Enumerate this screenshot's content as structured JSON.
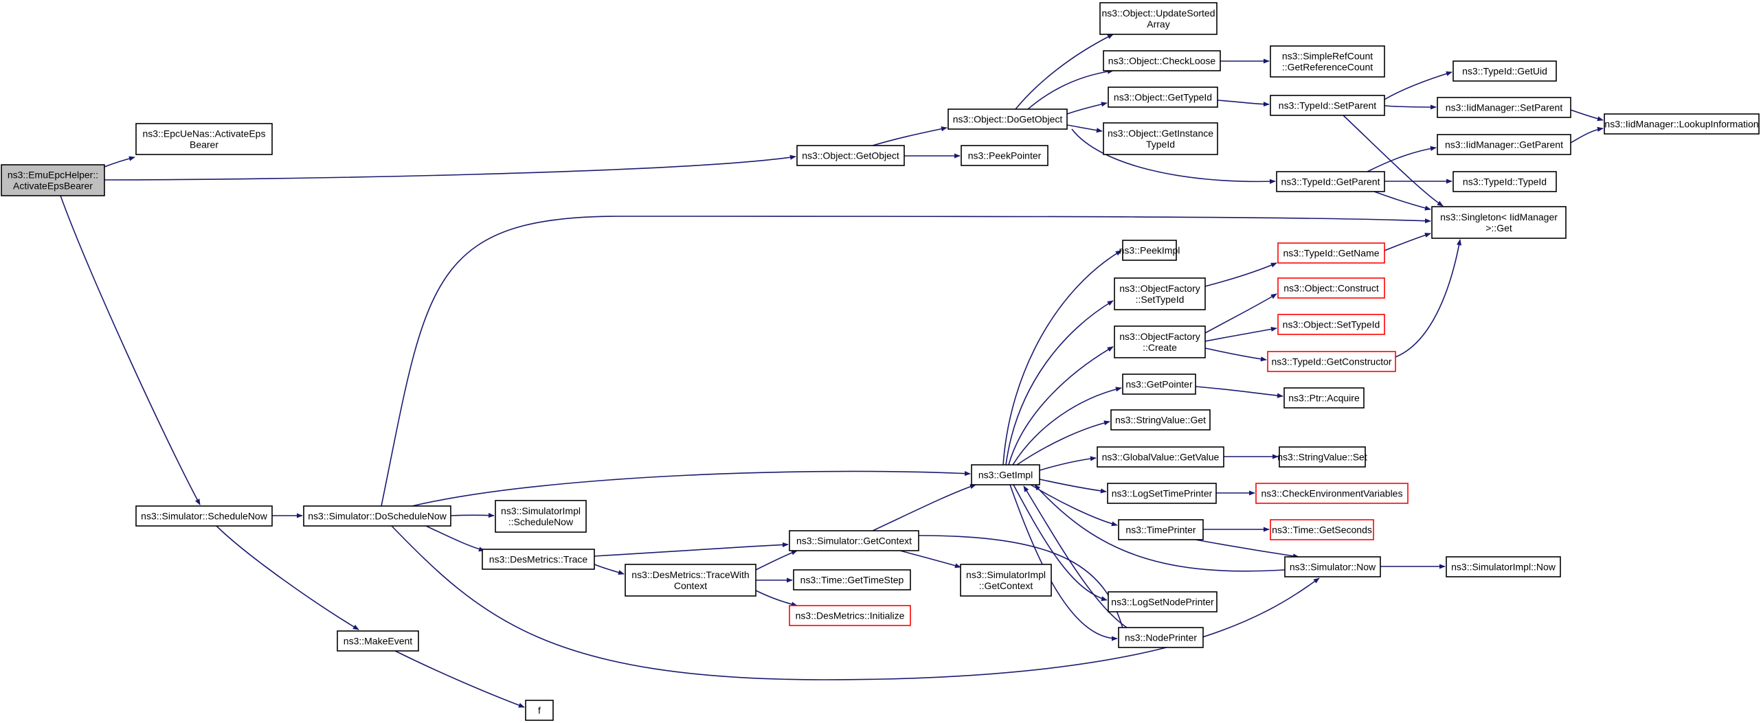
{
  "diagram": {
    "type": "call-graph",
    "edge_color": "#191970",
    "node_border_color": "#000000",
    "truncated_node_border_color": "#ff0000",
    "root_fill_color": "#bfbfbf",
    "nodes": [
      {
        "id": "root",
        "lines": [
          "ns3::EmuEpcHelper::",
          "ActivateEpsBearer"
        ],
        "root": true
      },
      {
        "id": "activateeps",
        "lines": [
          "ns3::EpcUeNas::ActivateEps",
          "Bearer"
        ]
      },
      {
        "id": "getobject",
        "lines": [
          "ns3::Object::GetObject"
        ]
      },
      {
        "id": "peekpointer",
        "lines": [
          "ns3::PeekPointer"
        ]
      },
      {
        "id": "dogetobject",
        "lines": [
          "ns3::Object::DoGetObject"
        ]
      },
      {
        "id": "updatesorted",
        "lines": [
          "ns3::Object::UpdateSorted",
          "Array"
        ]
      },
      {
        "id": "checkloose",
        "lines": [
          "ns3::Object::CheckLoose"
        ]
      },
      {
        "id": "obj_gettypeid",
        "lines": [
          "ns3::Object::GetTypeId"
        ]
      },
      {
        "id": "getinstancetypeid",
        "lines": [
          "ns3::Object::GetInstance",
          "TypeId"
        ]
      },
      {
        "id": "simplerefcount",
        "lines": [
          "ns3::SimpleRefCount",
          "::GetReferenceCount"
        ]
      },
      {
        "id": "tid_setparent",
        "lines": [
          "ns3::TypeId::SetParent"
        ]
      },
      {
        "id": "tid_getparent",
        "lines": [
          "ns3::TypeId::GetParent"
        ]
      },
      {
        "id": "tid_getuid",
        "lines": [
          "ns3::TypeId::GetUid"
        ]
      },
      {
        "id": "iid_setparent",
        "lines": [
          "ns3::IidManager::SetParent"
        ]
      },
      {
        "id": "iid_getparent",
        "lines": [
          "ns3::IidManager::GetParent"
        ]
      },
      {
        "id": "iid_lookup",
        "lines": [
          "ns3::IidManager::LookupInformation"
        ]
      },
      {
        "id": "tid_typeid",
        "lines": [
          "ns3::TypeId::TypeId"
        ]
      },
      {
        "id": "singleton",
        "lines": [
          "ns3::Singleton< IidManager",
          ">::Get"
        ]
      },
      {
        "id": "peekimpl",
        "lines": [
          "ns3::PeekImpl"
        ]
      },
      {
        "id": "of_settypeid",
        "lines": [
          "ns3::ObjectFactory",
          "::SetTypeId"
        ]
      },
      {
        "id": "tid_getname",
        "lines": [
          "ns3::TypeId::GetName"
        ],
        "truncated": true
      },
      {
        "id": "of_create",
        "lines": [
          "ns3::ObjectFactory",
          "::Create"
        ]
      },
      {
        "id": "obj_construct",
        "lines": [
          "ns3::Object::Construct"
        ],
        "truncated": true
      },
      {
        "id": "obj_settypeid",
        "lines": [
          "ns3::Object::SetTypeId"
        ],
        "truncated": true
      },
      {
        "id": "tid_getconstructor",
        "lines": [
          "ns3::TypeId::GetConstructor"
        ],
        "truncated": true
      },
      {
        "id": "getpointer",
        "lines": [
          "ns3::GetPointer"
        ]
      },
      {
        "id": "ptr_acquire",
        "lines": [
          "ns3::Ptr::Acquire"
        ]
      },
      {
        "id": "stringvalue_get",
        "lines": [
          "ns3::StringValue::Get"
        ]
      },
      {
        "id": "globalvalue_getvalue",
        "lines": [
          "ns3::GlobalValue::GetValue"
        ]
      },
      {
        "id": "stringvalue_set",
        "lines": [
          "ns3::StringValue::Set"
        ]
      },
      {
        "id": "getimpl",
        "lines": [
          "ns3::GetImpl"
        ]
      },
      {
        "id": "logsettimeprinter",
        "lines": [
          "ns3::LogSetTimePrinter"
        ]
      },
      {
        "id": "checkenv",
        "lines": [
          "ns3::CheckEnvironmentVariables"
        ],
        "truncated": true
      },
      {
        "id": "timeprinter",
        "lines": [
          "ns3::TimePrinter"
        ]
      },
      {
        "id": "time_getseconds",
        "lines": [
          "ns3::Time::GetSeconds"
        ],
        "truncated": true
      },
      {
        "id": "sim_now",
        "lines": [
          "ns3::Simulator::Now"
        ]
      },
      {
        "id": "simimpl_now",
        "lines": [
          "ns3::SimulatorImpl::Now"
        ]
      },
      {
        "id": "logsetnodeprinter",
        "lines": [
          "ns3::LogSetNodePrinter"
        ]
      },
      {
        "id": "nodeprinter",
        "lines": [
          "ns3::NodePrinter"
        ]
      },
      {
        "id": "sim_schedulenow",
        "lines": [
          "ns3::Simulator::ScheduleNow"
        ]
      },
      {
        "id": "sim_doschedulenow",
        "lines": [
          "ns3::Simulator::DoScheduleNow"
        ]
      },
      {
        "id": "simimpl_schedulenow",
        "lines": [
          "ns3::SimulatorImpl",
          "::ScheduleNow"
        ]
      },
      {
        "id": "desmetrics_trace",
        "lines": [
          "ns3::DesMetrics::Trace"
        ]
      },
      {
        "id": "sim_getcontext",
        "lines": [
          "ns3::Simulator::GetContext"
        ]
      },
      {
        "id": "desmetrics_tracewith",
        "lines": [
          "ns3::DesMetrics::TraceWith",
          "Context"
        ]
      },
      {
        "id": "time_gettimestep",
        "lines": [
          "ns3::Time::GetTimeStep"
        ]
      },
      {
        "id": "desmetrics_init",
        "lines": [
          "ns3::DesMetrics::Initialize"
        ],
        "truncated": true
      },
      {
        "id": "simimpl_getcontext",
        "lines": [
          "ns3::SimulatorImpl",
          "::GetContext"
        ]
      },
      {
        "id": "makeevent",
        "lines": [
          "ns3::MakeEvent"
        ]
      },
      {
        "id": "f",
        "lines": [
          "f"
        ]
      }
    ],
    "edges": [
      [
        "root",
        "activateeps"
      ],
      [
        "root",
        "getobject"
      ],
      [
        "root",
        "sim_schedulenow"
      ],
      [
        "getobject",
        "dogetobject"
      ],
      [
        "getobject",
        "peekpointer"
      ],
      [
        "dogetobject",
        "updatesorted"
      ],
      [
        "dogetobject",
        "checkloose"
      ],
      [
        "dogetobject",
        "obj_gettypeid"
      ],
      [
        "dogetobject",
        "getinstancetypeid"
      ],
      [
        "dogetobject",
        "tid_getparent"
      ],
      [
        "checkloose",
        "simplerefcount"
      ],
      [
        "obj_gettypeid",
        "tid_setparent"
      ],
      [
        "tid_setparent",
        "tid_getuid"
      ],
      [
        "tid_setparent",
        "iid_setparent"
      ],
      [
        "tid_setparent",
        "singleton"
      ],
      [
        "iid_setparent",
        "iid_lookup"
      ],
      [
        "iid_getparent",
        "iid_lookup"
      ],
      [
        "tid_getparent",
        "iid_getparent"
      ],
      [
        "tid_getparent",
        "tid_typeid"
      ],
      [
        "tid_getparent",
        "singleton"
      ],
      [
        "tid_getname",
        "singleton"
      ],
      [
        "tid_getconstructor",
        "singleton"
      ],
      [
        "sim_doschedulenow",
        "singleton"
      ],
      [
        "getimpl",
        "peekimpl"
      ],
      [
        "getimpl",
        "of_settypeid"
      ],
      [
        "getimpl",
        "of_create"
      ],
      [
        "getimpl",
        "getpointer"
      ],
      [
        "getimpl",
        "stringvalue_get"
      ],
      [
        "getimpl",
        "globalvalue_getvalue"
      ],
      [
        "getimpl",
        "logsettimeprinter"
      ],
      [
        "getimpl",
        "timeprinter"
      ],
      [
        "getimpl",
        "logsetnodeprinter"
      ],
      [
        "getimpl",
        "nodeprinter"
      ],
      [
        "of_settypeid",
        "tid_getname"
      ],
      [
        "of_create",
        "obj_construct"
      ],
      [
        "of_create",
        "obj_settypeid"
      ],
      [
        "of_create",
        "tid_getconstructor"
      ],
      [
        "getpointer",
        "ptr_acquire"
      ],
      [
        "globalvalue_getvalue",
        "stringvalue_set"
      ],
      [
        "logsettimeprinter",
        "checkenv"
      ],
      [
        "timeprinter",
        "time_getseconds"
      ],
      [
        "timeprinter",
        "sim_now"
      ],
      [
        "sim_now",
        "getimpl"
      ],
      [
        "sim_now",
        "simimpl_now"
      ],
      [
        "nodeprinter",
        "getimpl"
      ],
      [
        "nodeprinter",
        "sim_getcontext"
      ],
      [
        "sim_schedulenow",
        "sim_doschedulenow"
      ],
      [
        "sim_schedulenow",
        "makeevent"
      ],
      [
        "sim_doschedulenow",
        "getimpl"
      ],
      [
        "sim_doschedulenow",
        "simimpl_schedulenow"
      ],
      [
        "sim_doschedulenow",
        "desmetrics_trace"
      ],
      [
        "sim_doschedulenow",
        "sim_now"
      ],
      [
        "desmetrics_trace",
        "sim_getcontext"
      ],
      [
        "desmetrics_trace",
        "desmetrics_tracewith"
      ],
      [
        "desmetrics_tracewith",
        "sim_getcontext"
      ],
      [
        "desmetrics_tracewith",
        "time_gettimestep"
      ],
      [
        "desmetrics_tracewith",
        "desmetrics_init"
      ],
      [
        "sim_getcontext",
        "getimpl"
      ],
      [
        "sim_getcontext",
        "simimpl_getcontext"
      ],
      [
        "makeevent",
        "f"
      ]
    ]
  }
}
